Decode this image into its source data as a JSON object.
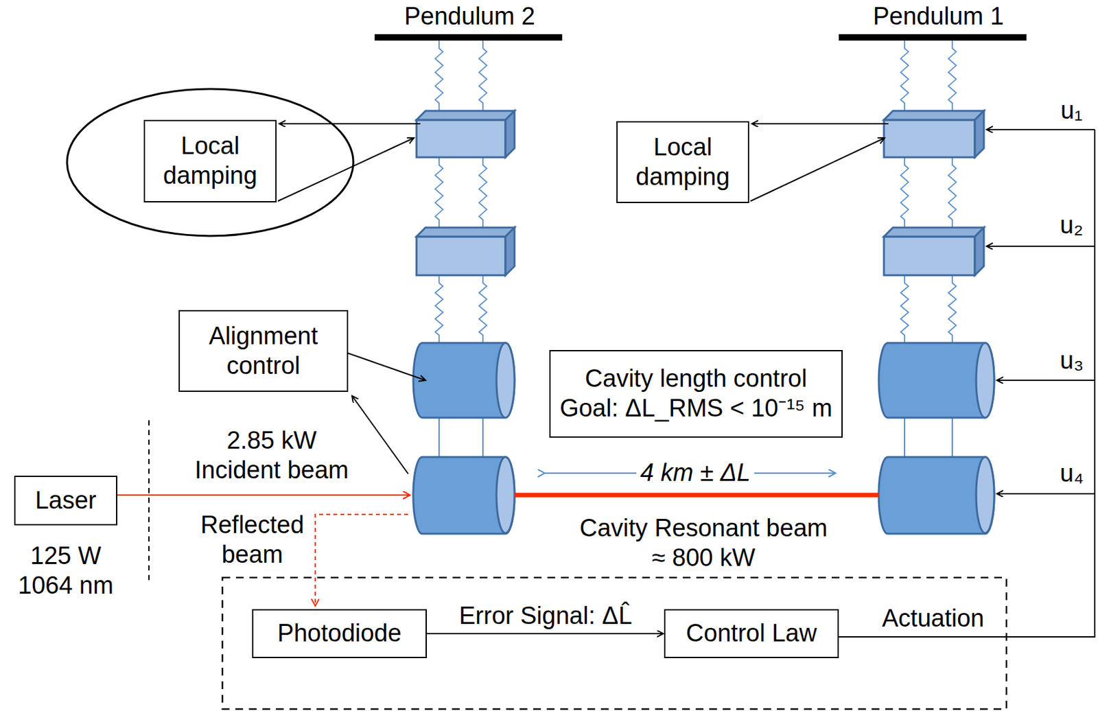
{
  "diagram": {
    "nodes": [
      {
        "text": [
          "Local damping"
        ]
      },
      {
        "text": [
          "Local damping"
        ]
      },
      {
        "text": [
          "Alignment control"
        ]
      },
      {
        "text": [
          "Cavity length control",
          "Goal: ΔL_RMS < 10⁻¹⁵ m"
        ]
      },
      {
        "text": [
          "Laser"
        ]
      },
      {
        "text": [
          "Photodiode"
        ]
      },
      {
        "text": [
          "Control Law"
        ]
      }
    ],
    "edges": [
      {
        "from": 5,
        "to": 6,
        "arrow": "to",
        "label": "Error Signal: ΔL̂"
      }
    ],
    "labels": [
      "Pendulum 2",
      "Pendulum 1",
      "u₁",
      "u₂",
      "u₃",
      "u₄",
      "2.85 kW Incident beam",
      "Reflected beam",
      "125 W 1064 nm",
      "4 km ± ΔL",
      "Cavity Resonant beam ≈ 800 kW",
      "Actuation"
    ]
  }
}
